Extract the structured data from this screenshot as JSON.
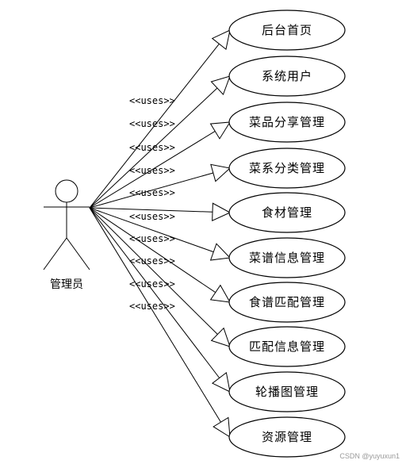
{
  "actor": {
    "label": "管理员"
  },
  "relation_label": "<<uses>>",
  "use_cases": [
    {
      "label": "后台首页"
    },
    {
      "label": "系统用户"
    },
    {
      "label": "菜品分享管理"
    },
    {
      "label": "菜系分类管理"
    },
    {
      "label": "食材管理"
    },
    {
      "label": "菜谱信息管理"
    },
    {
      "label": "食谱匹配管理"
    },
    {
      "label": "匹配信息管理"
    },
    {
      "label": "轮播图管理"
    },
    {
      "label": "资源管理"
    }
  ],
  "watermark": "CSDN @yuyuxun1"
}
